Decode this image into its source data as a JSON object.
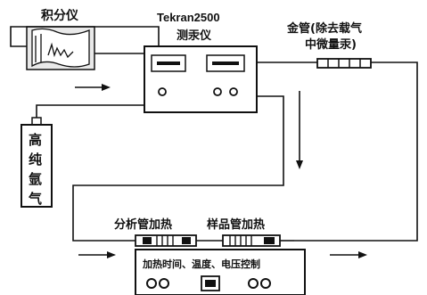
{
  "labels": {
    "integrator": "积分仪",
    "analyzer_line1": "Tekran2500",
    "analyzer_line2": "测汞仪",
    "gold_tube_line1": "金管(除去载气",
    "gold_tube_line2": "中微量汞)",
    "argon_chars": [
      "高",
      "纯",
      "氩",
      "气"
    ],
    "analysis_heat": "分析管加热",
    "sample_heat": "样品管加热",
    "controller": "加热时间、温度、电压控制"
  },
  "colors": {
    "line": "#111111",
    "background": "#ffffff"
  },
  "icons": {
    "arrow": "arrow-icon",
    "knob": "knob-icon",
    "display": "display-window-icon"
  }
}
